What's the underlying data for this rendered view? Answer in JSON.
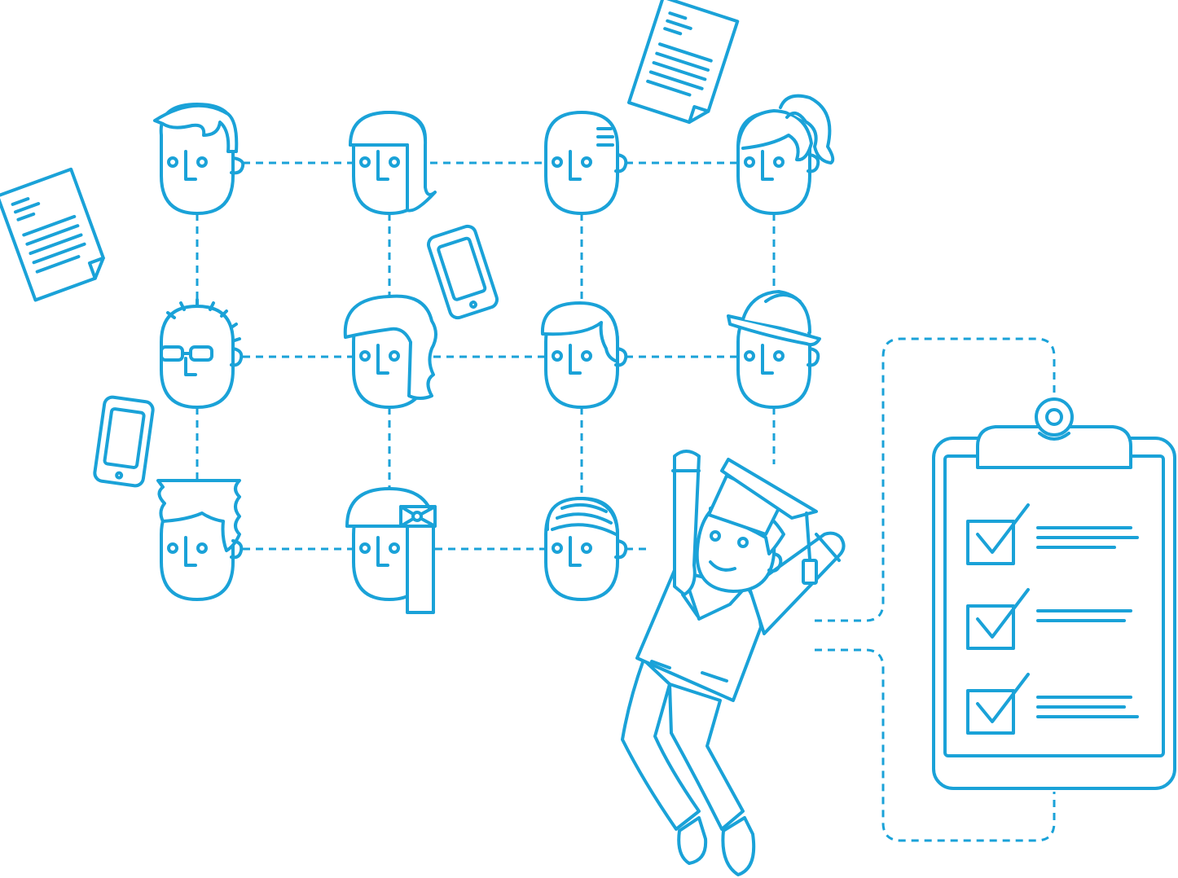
{
  "colors": {
    "line": "#1aa2d8",
    "background": "#ffffff"
  },
  "illustration": {
    "network_nodes": [
      "person-crew-cut",
      "person-bob-bangs",
      "person-balding",
      "person-ponytail",
      "person-spiky-glasses",
      "person-curly-hair",
      "person-side-part",
      "person-fedora",
      "person-wavy-top",
      "person-long-bow",
      "person-combover"
    ],
    "floating_items": [
      "document-icon",
      "document-icon",
      "phone-icon",
      "phone-icon"
    ],
    "central_figure": "graduate-jumping",
    "clipboard": {
      "icon": "clipboard-icon",
      "checked_items": 3
    }
  }
}
